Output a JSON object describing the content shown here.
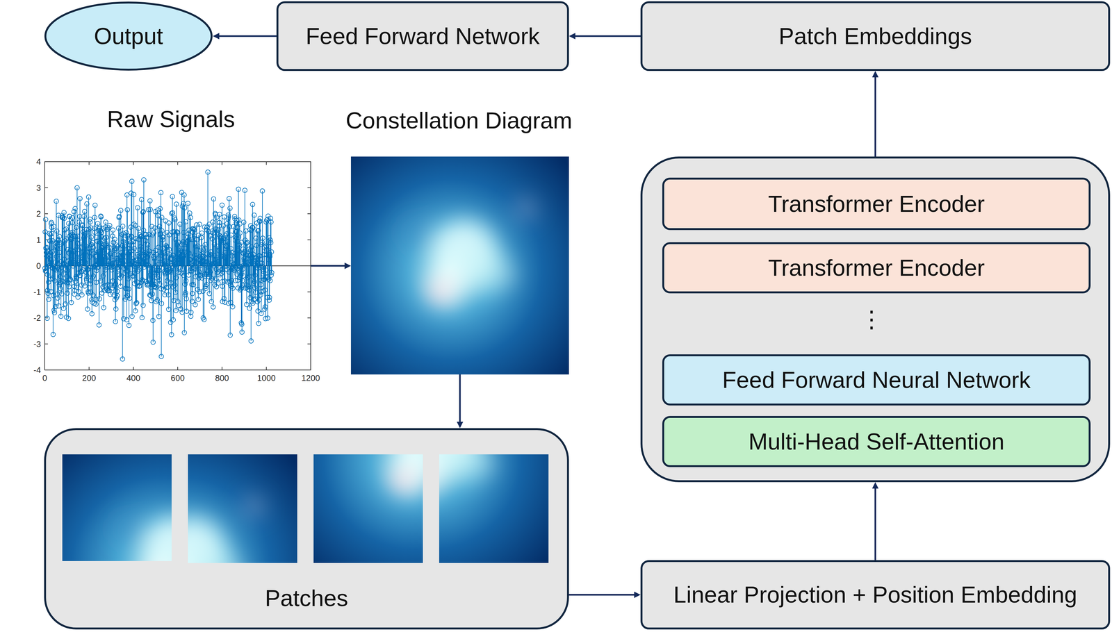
{
  "diagram": {
    "nodes": [
      {
        "text": [
          "Output"
        ]
      },
      {
        "text": [
          "Feed Forward Network"
        ]
      },
      {
        "text": [
          "Patch Embeddings"
        ]
      },
      {
        "text": [
          "Raw Signals"
        ]
      },
      {
        "text": [
          "Constellation Diagram"
        ]
      },
      {
        "text": []
      },
      {
        "text": [
          "Transformer Encoder"
        ],
        "in": 5
      },
      {
        "text": [
          "Transformer Encoder"
        ],
        "in": 5
      },
      {
        "text": [
          "Feed Forward Neural Network"
        ],
        "in": 5
      },
      {
        "text": [
          "Multi-Head Self-Attention"
        ],
        "in": 5
      },
      {
        "text": [
          "Patches"
        ]
      },
      {
        "text": [
          "Linear Projection + Position Embedding"
        ]
      }
    ],
    "edges": [
      {
        "from": 2,
        "to": 1,
        "arrow": "to"
      },
      {
        "from": 1,
        "to": 0,
        "arrow": "to"
      },
      {
        "from": 3,
        "to": 4,
        "arrow": "to"
      },
      {
        "from": 4,
        "to": 10,
        "arrow": "to"
      },
      {
        "from": 10,
        "to": 11,
        "arrow": "to"
      },
      {
        "from": 11,
        "to": 5,
        "arrow": "to"
      },
      {
        "from": 5,
        "to": 2,
        "arrow": "to"
      }
    ],
    "labels": [
      "4",
      "3",
      "2",
      "1",
      "0",
      "-1",
      "-2",
      "-3",
      "-4",
      "0",
      "200",
      "400",
      "600",
      "800",
      "1000",
      "1200",
      "⋮"
    ]
  }
}
